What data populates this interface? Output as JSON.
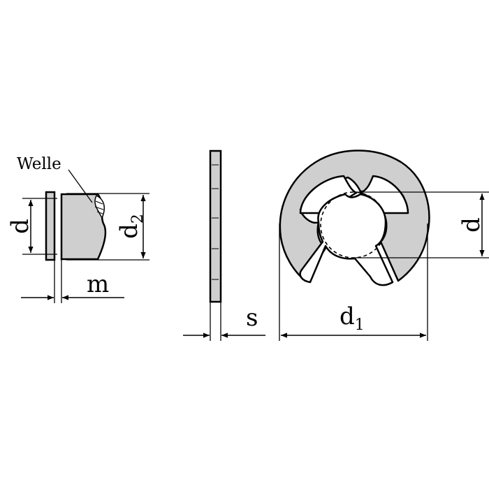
{
  "labels": {
    "welle": "Welle",
    "m": "m",
    "s": "s",
    "d_left": "d",
    "d2_base": "d",
    "d2_sub": "2",
    "d1_base": "d",
    "d1_sub": "1",
    "d_right": "d"
  },
  "colors": {
    "fill": "#cfcfcf",
    "stroke": "#000000",
    "background": "#ffffff"
  }
}
